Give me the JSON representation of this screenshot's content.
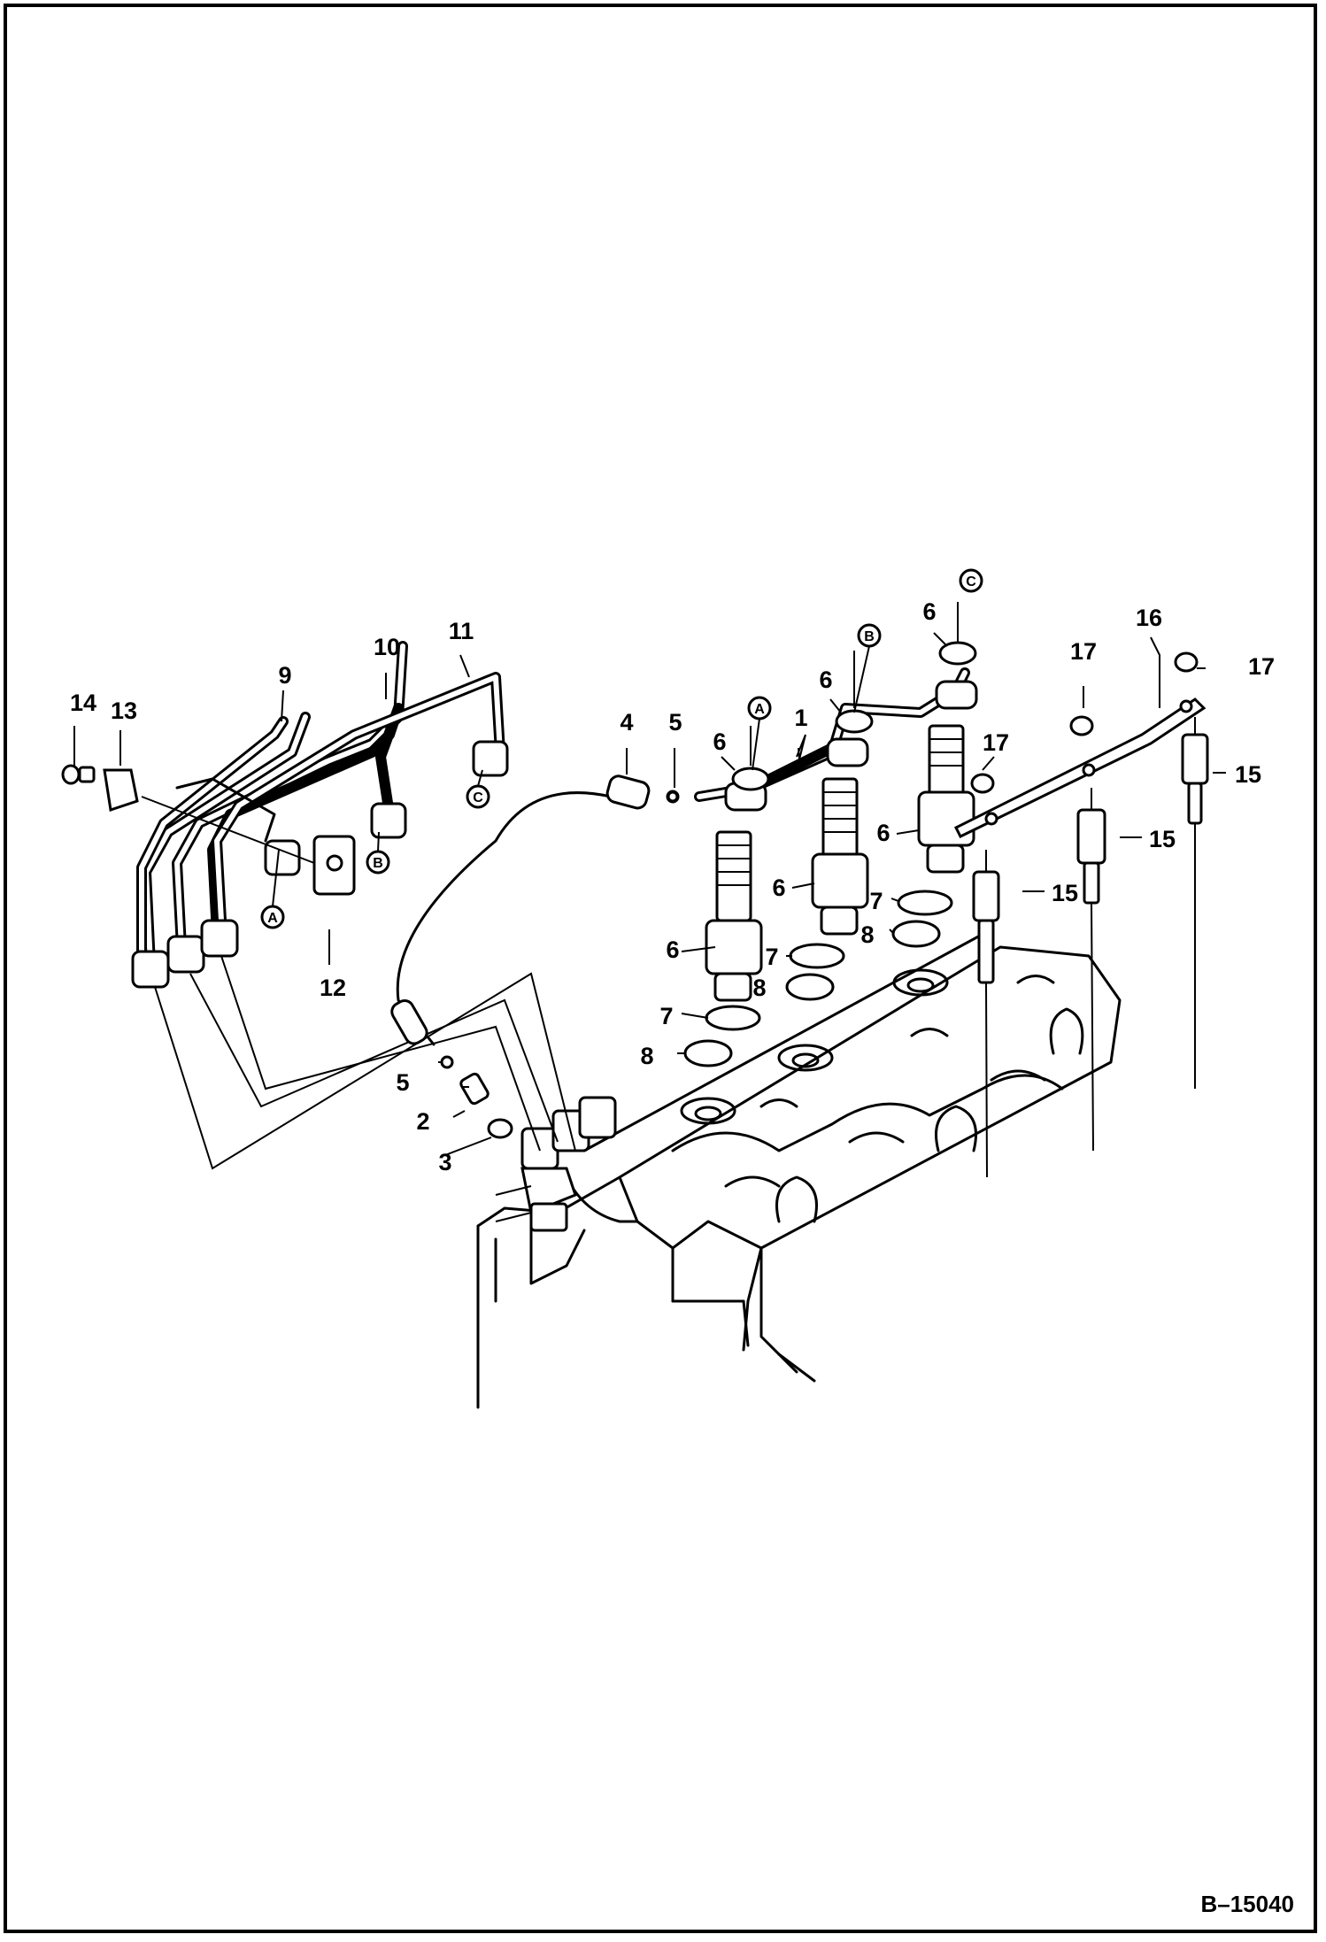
{
  "figure_id": "B–15040",
  "callouts": {
    "c1": "1",
    "c2": "2",
    "c3": "3",
    "c4": "4",
    "c5a": "5",
    "c5b": "5",
    "c6a": "6",
    "c6b": "6",
    "c6c": "6",
    "c6d": "6",
    "c6e": "6",
    "c6f": "6",
    "c7a": "7",
    "c7b": "7",
    "c7c": "7",
    "c8a": "8",
    "c8b": "8",
    "c8c": "8",
    "c9": "9",
    "c10": "10",
    "c11": "11",
    "c12": "12",
    "c13": "13",
    "c14": "14",
    "c15a": "15",
    "c15b": "15",
    "c15c": "15",
    "c16": "16",
    "c17a": "17",
    "c17b": "17",
    "c17c": "17"
  },
  "connection_markers": {
    "a_pipe": "A",
    "b_pipe": "B",
    "c_pipe": "C",
    "a_nozzle": "A",
    "b_nozzle": "B",
    "c_nozzle": "C"
  }
}
